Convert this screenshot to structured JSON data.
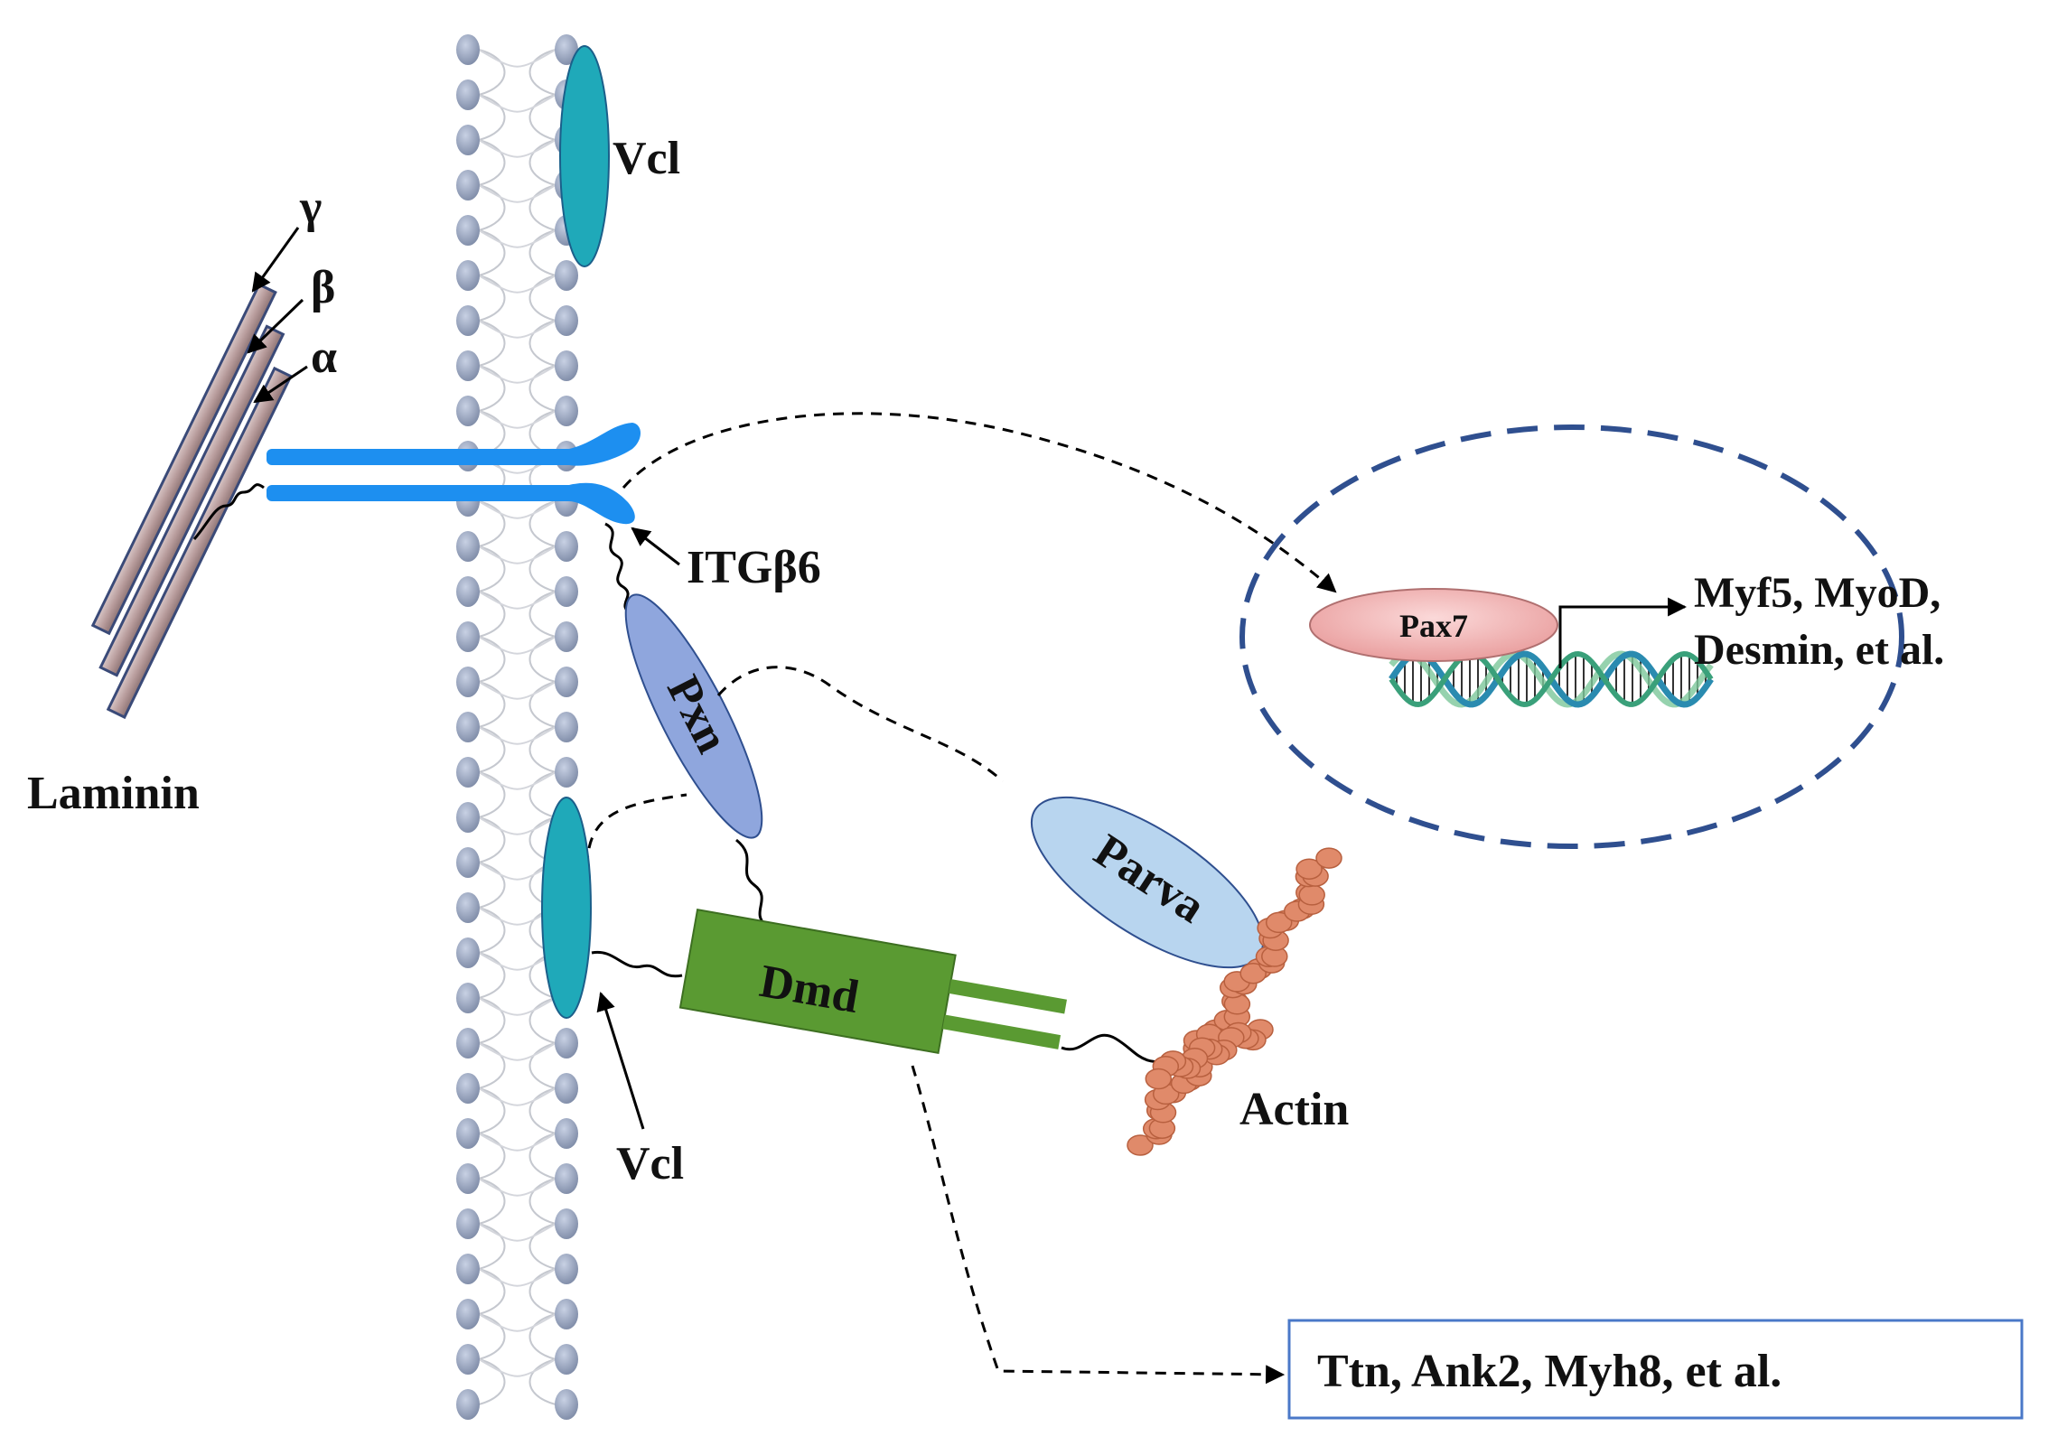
{
  "labels": {
    "vcl_top": "Vcl",
    "gamma": "γ",
    "beta": "β",
    "alpha": "α",
    "laminin": "Laminin",
    "itgb6": "ITGβ6",
    "pax7": "Pax7",
    "targets_nucleus_line1": "Myf5, MyoD,",
    "targets_nucleus_line2": "Desmin, et al.",
    "pxn": "Pxn",
    "parva": "Parva",
    "dmd": "Dmd",
    "actin": "Actin",
    "vcl_bottom": "Vcl",
    "targets_box": "Ttn, Ank2, Myh8, et al."
  },
  "colors": {
    "integrin": "#1d8ff0",
    "vinculin": "#1fa9b9",
    "paxillin": "#8fa6dd",
    "parvin": "#b8d5ef",
    "dystrophin": "#5a9a32",
    "actin": "#e08a6a",
    "pax7": "#f2b6b6",
    "nucleus_border": "#2f4f8f",
    "membrane_head": "#8e9bb5",
    "laminin": "#c7b1b1"
  }
}
